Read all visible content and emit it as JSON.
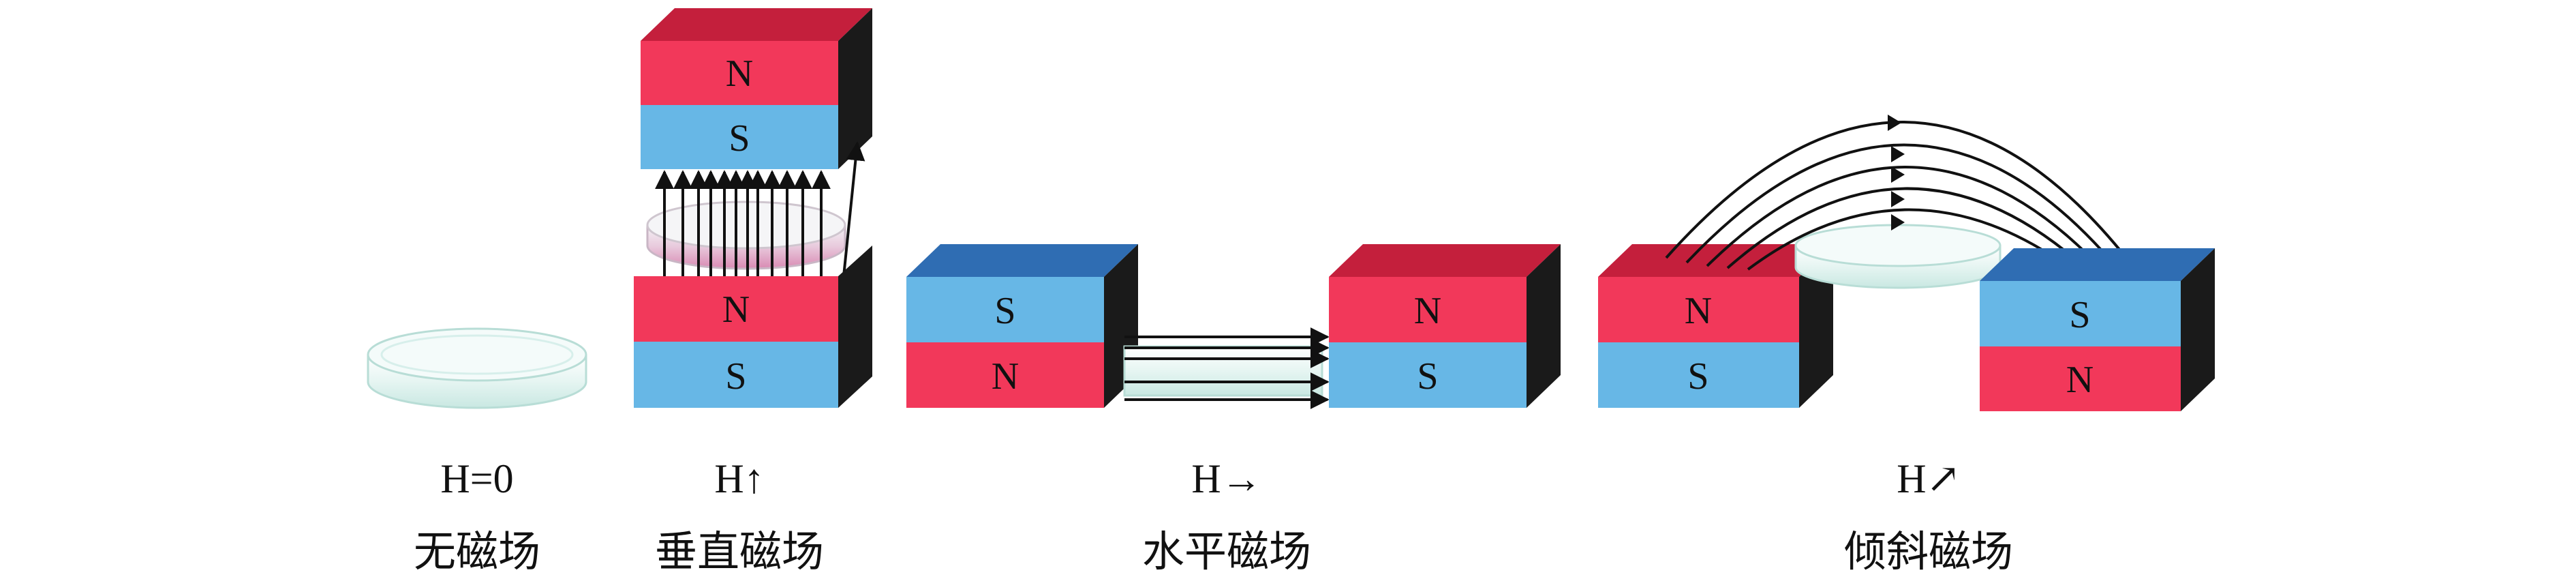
{
  "colors": {
    "north_front": "#f2385a",
    "north_top": "#c41f3c",
    "south_front": "#67b7e6",
    "south_top": "#2f6db3",
    "side": "#1a1a1a",
    "field_line": "#111111",
    "dish_rim": "#bfe6e0",
    "dish_sample": "#d98ab3"
  },
  "panels": [
    {
      "id": "no-field",
      "field_symbol": "H=0",
      "caption": "无磁场"
    },
    {
      "id": "vertical-field",
      "field_symbol": "H↑",
      "caption": "垂直磁场",
      "upper_magnet": {
        "top_pole": "N",
        "bottom_pole": "S"
      },
      "lower_magnet": {
        "top_pole": "N",
        "bottom_pole": "S"
      }
    },
    {
      "id": "horizontal-field",
      "field_symbol": "H→",
      "caption": "水平磁场",
      "left_magnet": {
        "top_pole": "S",
        "bottom_pole": "N"
      },
      "right_magnet": {
        "top_pole": "N",
        "bottom_pole": "S"
      }
    },
    {
      "id": "tilted-field",
      "field_symbol": "H↗",
      "caption": "倾斜磁场",
      "left_magnet": {
        "top_pole": "N",
        "bottom_pole": "S"
      },
      "right_magnet": {
        "top_pole": "S",
        "bottom_pole": "N"
      }
    }
  ]
}
